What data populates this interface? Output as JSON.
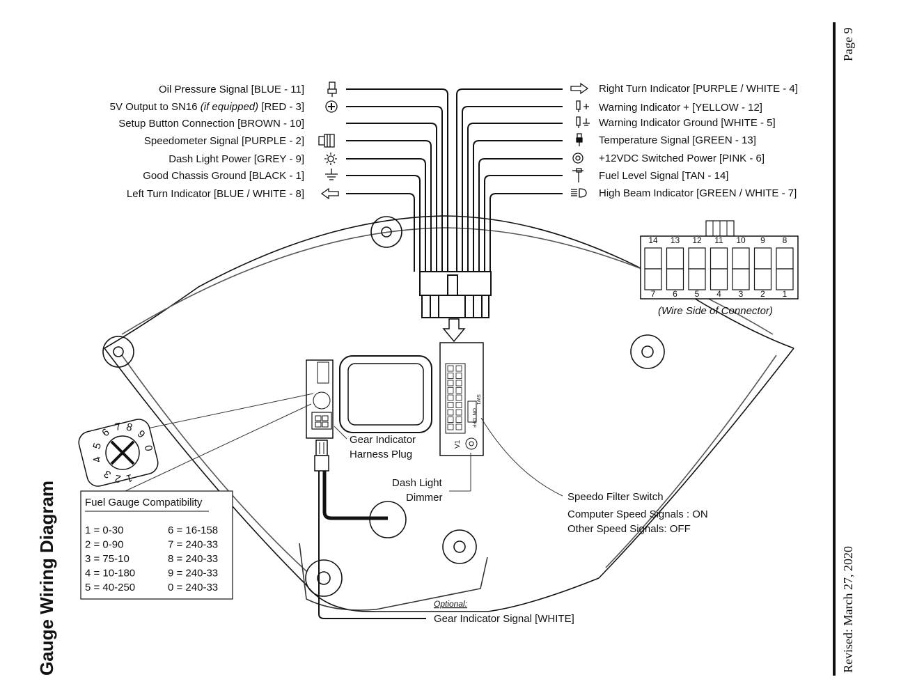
{
  "page_title": "Gauge Wiring Diagram",
  "page_number": "Page 9",
  "revised": "Revised:  March 27, 2020",
  "left_wires": [
    {
      "label": "Oil Pressure Signal  [BLUE - 11]",
      "icon": "oil-pressure-sender-icon"
    },
    {
      "label_pre": "5V Output to SN16 ",
      "label_em": "(if equipped)",
      "label_post": "  [RED - 3]",
      "icon": "plus-circle-icon"
    },
    {
      "label": "Setup Button Connection  [BROWN - 10]",
      "icon": "none"
    },
    {
      "label": "Speedometer Signal  [PURPLE - 2]",
      "icon": "speed-sensor-icon"
    },
    {
      "label": "Dash Light Power  [GREY - 9]",
      "icon": "sun-light-icon"
    },
    {
      "label": "Good Chassis Ground  [BLACK - 1]",
      "icon": "ground-symbol-icon"
    },
    {
      "label": "Left Turn Indicator  [BLUE / WHITE - 8]",
      "icon": "left-arrow-icon"
    }
  ],
  "right_wires": [
    {
      "label": "Right Turn Indicator  [PURPLE / WHITE - 4]",
      "icon": "right-arrow-icon"
    },
    {
      "label": "Warning Indicator + [YELLOW - 12]",
      "icon": "indicator-plus-icon"
    },
    {
      "label": "Warning Indicator Ground  [WHITE - 5]",
      "icon": "indicator-ground-icon"
    },
    {
      "label": "Temperature Signal  [GREEN - 13]",
      "icon": "temperature-sender-icon"
    },
    {
      "label": "+12VDC Switched Power  [PINK - 6]",
      "icon": "ignition-key-icon"
    },
    {
      "label": "Fuel Level Signal  [TAN - 14]",
      "icon": "fuel-sender-icon"
    },
    {
      "label": "High Beam Indicator  [GREEN / WHITE - 7]",
      "icon": "high-beam-icon"
    }
  ],
  "connector": {
    "top_pins": [
      "14",
      "13",
      "12",
      "11",
      "10",
      "9",
      "8"
    ],
    "bottom_pins": [
      "7",
      "6",
      "5",
      "4",
      "3",
      "2",
      "1"
    ],
    "caption": "(Wire Side of Connector)"
  },
  "dial": {
    "top_digits": [
      "7",
      "8"
    ],
    "left_digits": [
      "6",
      "5",
      "4"
    ],
    "right_digits": [
      "9",
      "0"
    ],
    "bottom_digits": [
      "3",
      "2",
      "1"
    ]
  },
  "board_labels": {
    "sw1": "SW1",
    "on": "ON",
    "off": "OFF",
    "v1": "V1"
  },
  "callouts": {
    "gear_plug_line1": "Gear Indicator",
    "gear_plug_line2": "Harness Plug",
    "dimmer_line1": "Dash Light",
    "dimmer_line2": "Dimmer",
    "speedo_filter": "Speedo Filter Switch",
    "computer_signals": "Computer Speed Signals :  ON",
    "other_signals": "Other Speed Signals:  OFF",
    "optional": "Optional:",
    "gear_signal": "Gear Indicator Signal  [WHITE]"
  },
  "fuel_table": {
    "title": "Fuel Gauge Compatibility",
    "left": [
      "1 = 0-30",
      "2 = 0-90",
      "3 = 75-10",
      "4 = 10-180",
      "5 = 40-250"
    ],
    "right": [
      "6 = 16-158",
      "7 = 240-33",
      "8 = 240-33",
      "9 = 240-33",
      "0 = 240-33"
    ]
  }
}
